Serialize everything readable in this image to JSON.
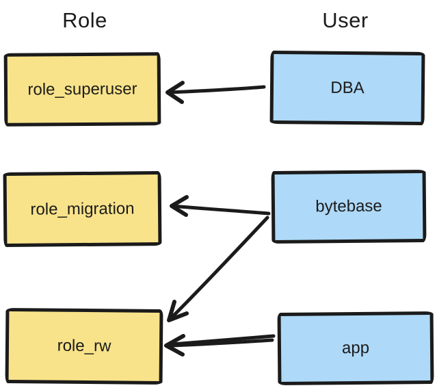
{
  "diagram": {
    "headers": {
      "role": "Role",
      "user": "User"
    },
    "colors": {
      "role_fill": "#f9e38a",
      "user_fill": "#aed9f8",
      "stroke": "#1b1b1b",
      "background": "#ffffff"
    },
    "nodes": [
      {
        "id": "role_superuser",
        "label": "role_superuser",
        "column": "Role"
      },
      {
        "id": "role_migration",
        "label": "role_migration",
        "column": "Role"
      },
      {
        "id": "role_rw",
        "label": "role_rw",
        "column": "Role"
      },
      {
        "id": "dba",
        "label": "DBA",
        "column": "User"
      },
      {
        "id": "bytebase",
        "label": "bytebase",
        "column": "User"
      },
      {
        "id": "app",
        "label": "app",
        "column": "User"
      }
    ],
    "edges": [
      {
        "from": "DBA",
        "to": "role_superuser"
      },
      {
        "from": "bytebase",
        "to": "role_migration"
      },
      {
        "from": "bytebase",
        "to": "role_rw"
      },
      {
        "from": "app",
        "to": "role_rw"
      }
    ]
  }
}
